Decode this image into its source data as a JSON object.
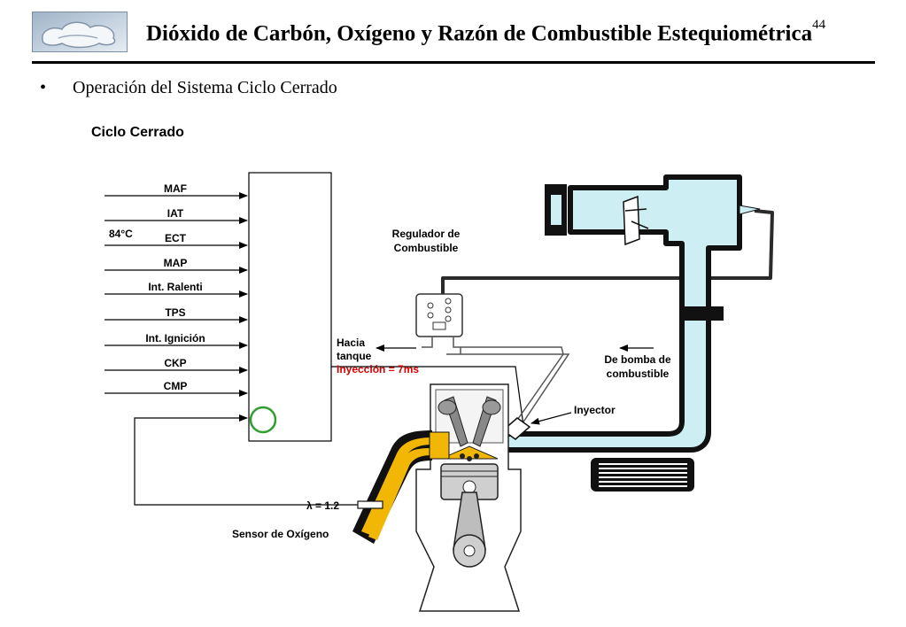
{
  "header": {
    "title": "Dióxido de Carbón, Oxígeno y Razón de Combustible Estequiométrica",
    "page_number": "44"
  },
  "content": {
    "bullet": "•",
    "bullet_text": "Operación del Sistema Ciclo Cerrado",
    "subheading": "Ciclo Cerrado"
  },
  "diagram": {
    "inputs": [
      "MAF",
      "IAT",
      "ECT",
      "MAP",
      "Int. Ralenti",
      "TPS",
      "Int. Ignición",
      "CKP",
      "CMP"
    ],
    "ect_value": "84°C",
    "regulator_line1": "Regulador de",
    "regulator_line2": "Combustible",
    "tank_line1": "Hacia",
    "tank_line2": "tanque",
    "injection_time": "Inyección = 7ms",
    "pump_line1": "De bomba de",
    "pump_line2": "combustible",
    "injector": "Inyector",
    "lambda": "λ = 1.2",
    "oxygen_sensor": "Sensor de Oxígeno",
    "colors": {
      "status_ring": "#2e9e2e",
      "air_tint": "#cdeef3",
      "exhaust": "#f2b705",
      "alert_text": "#e00000"
    }
  }
}
